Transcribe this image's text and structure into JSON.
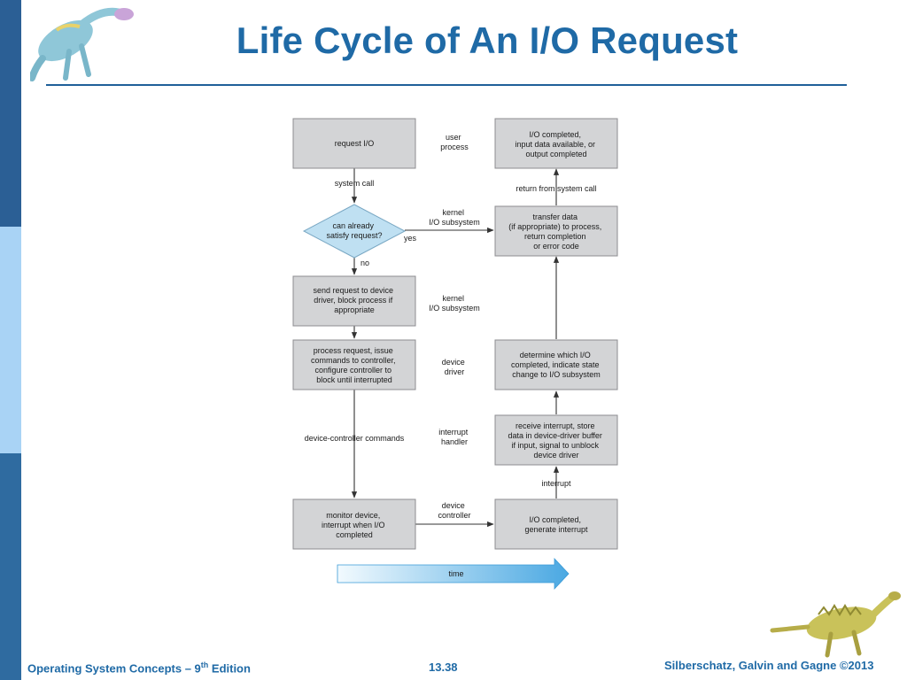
{
  "title": "Life Cycle of An I/O Request",
  "footer": {
    "left_prefix": "Operating System Concepts – 9",
    "left_sup": "th",
    "left_suffix": " Edition",
    "page": "13.38",
    "right": "Silberschatz, Galvin and Gagne ©2013"
  },
  "diagram": {
    "left_boxes": {
      "request": [
        "request I/O"
      ],
      "send": [
        "send request to device",
        "driver, block process if",
        "appropriate"
      ],
      "process": [
        "process request, issue",
        "commands to controller,",
        "configure controller to",
        "block until interrupted"
      ],
      "monitor": [
        "monitor device,",
        "interrupt when I/O",
        "completed"
      ]
    },
    "decision": [
      "can already",
      "satisfy request?"
    ],
    "right_boxes": {
      "completed": [
        "I/O completed,",
        "input data available, or",
        "output completed"
      ],
      "transfer": [
        "transfer data",
        "(if appropriate) to process,",
        "return completion",
        "or error code"
      ],
      "determine": [
        "determine which I/O",
        "completed, indicate state",
        "change to I/O subsystem"
      ],
      "receive": [
        "receive interrupt, store",
        "data in device-driver buffer",
        "if input, signal to unblock",
        "device driver"
      ],
      "generate": [
        "I/O completed,",
        "generate interrupt"
      ]
    },
    "layers": {
      "user": [
        "user",
        "process"
      ],
      "kernel1": [
        "kernel",
        "I/O subsystem"
      ],
      "kernel2": [
        "kernel",
        "I/O subsystem"
      ],
      "driver": [
        "device",
        "driver"
      ],
      "handler": [
        "interrupt",
        "handler"
      ],
      "controller": [
        "device",
        "controller"
      ]
    },
    "edge_labels": {
      "system_call": "system call",
      "no": "no",
      "yes": "yes",
      "device_controller_commands": "device-controller commands",
      "return_from_system_call": "return from system call",
      "interrupt": "interrupt"
    },
    "time_label": "time"
  },
  "colors": {
    "title": "#1f6aa6",
    "box": "#d3d4d6",
    "decision": "#bfe0f2",
    "time_arrow": "#5ab4e8"
  },
  "icons": [
    "dinosaur-logo-top",
    "dinosaur-logo-bottom"
  ]
}
